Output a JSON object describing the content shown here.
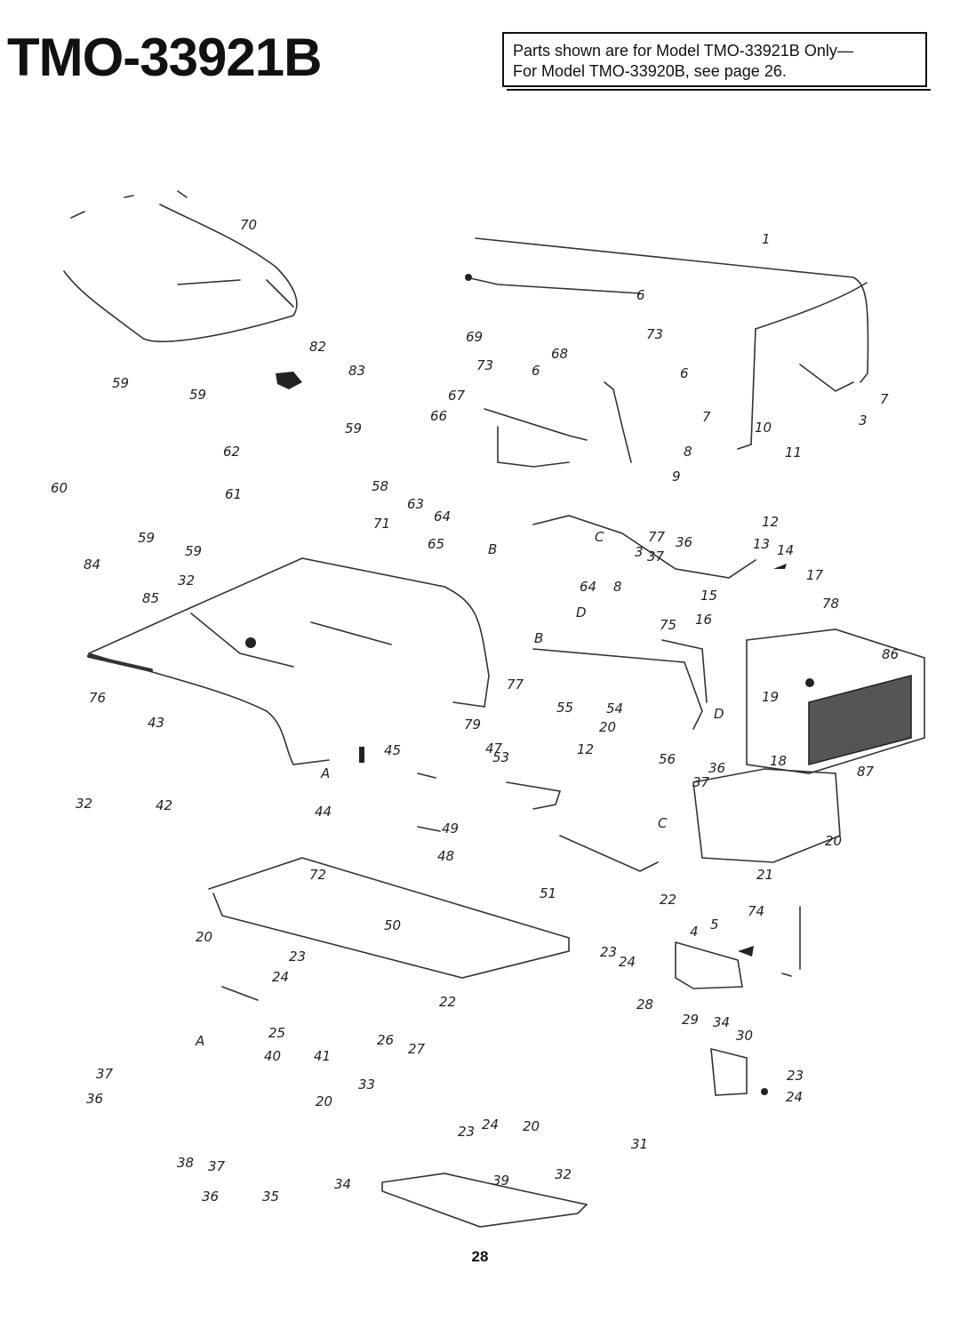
{
  "header": {
    "model": "TMO-33921B",
    "notice_line_1": "Parts shown are for Model TMO-33921B Only—",
    "notice_line_2": "For Model TMO-33920B, see page 26."
  },
  "callouts": [
    "70",
    "1",
    "6",
    "82",
    "69",
    "73",
    "73",
    "68",
    "6",
    "6",
    "7",
    "7",
    "3",
    "59",
    "59",
    "83",
    "67",
    "66",
    "10",
    "11",
    "59",
    "8",
    "62",
    "9",
    "60",
    "61",
    "58",
    "63",
    "64",
    "71",
    "12",
    "13",
    "14",
    "59",
    "59",
    "65",
    "B",
    "C",
    "77",
    "36",
    "3",
    "37",
    "17",
    "84",
    "32",
    "85",
    "64",
    "8",
    "15",
    "78",
    "D",
    "75",
    "16",
    "B",
    "86",
    "76",
    "19",
    "77",
    "43",
    "55",
    "54",
    "79",
    "20",
    "D",
    "45",
    "47",
    "53",
    "12",
    "56",
    "36",
    "18",
    "A",
    "87",
    "37",
    "32",
    "42",
    "44",
    "49",
    "C",
    "48",
    "20",
    "72",
    "21",
    "51",
    "22",
    "74",
    "20",
    "50",
    "4",
    "5",
    "23",
    "24",
    "23",
    "24",
    "22",
    "28",
    "29",
    "34",
    "30",
    "A",
    "25",
    "26",
    "27",
    "40",
    "41",
    "23",
    "37",
    "33",
    "20",
    "24",
    "36",
    "23",
    "24",
    "20",
    "31",
    "38",
    "37",
    "34",
    "39",
    "32",
    "36",
    "35"
  ],
  "page_number": "28"
}
